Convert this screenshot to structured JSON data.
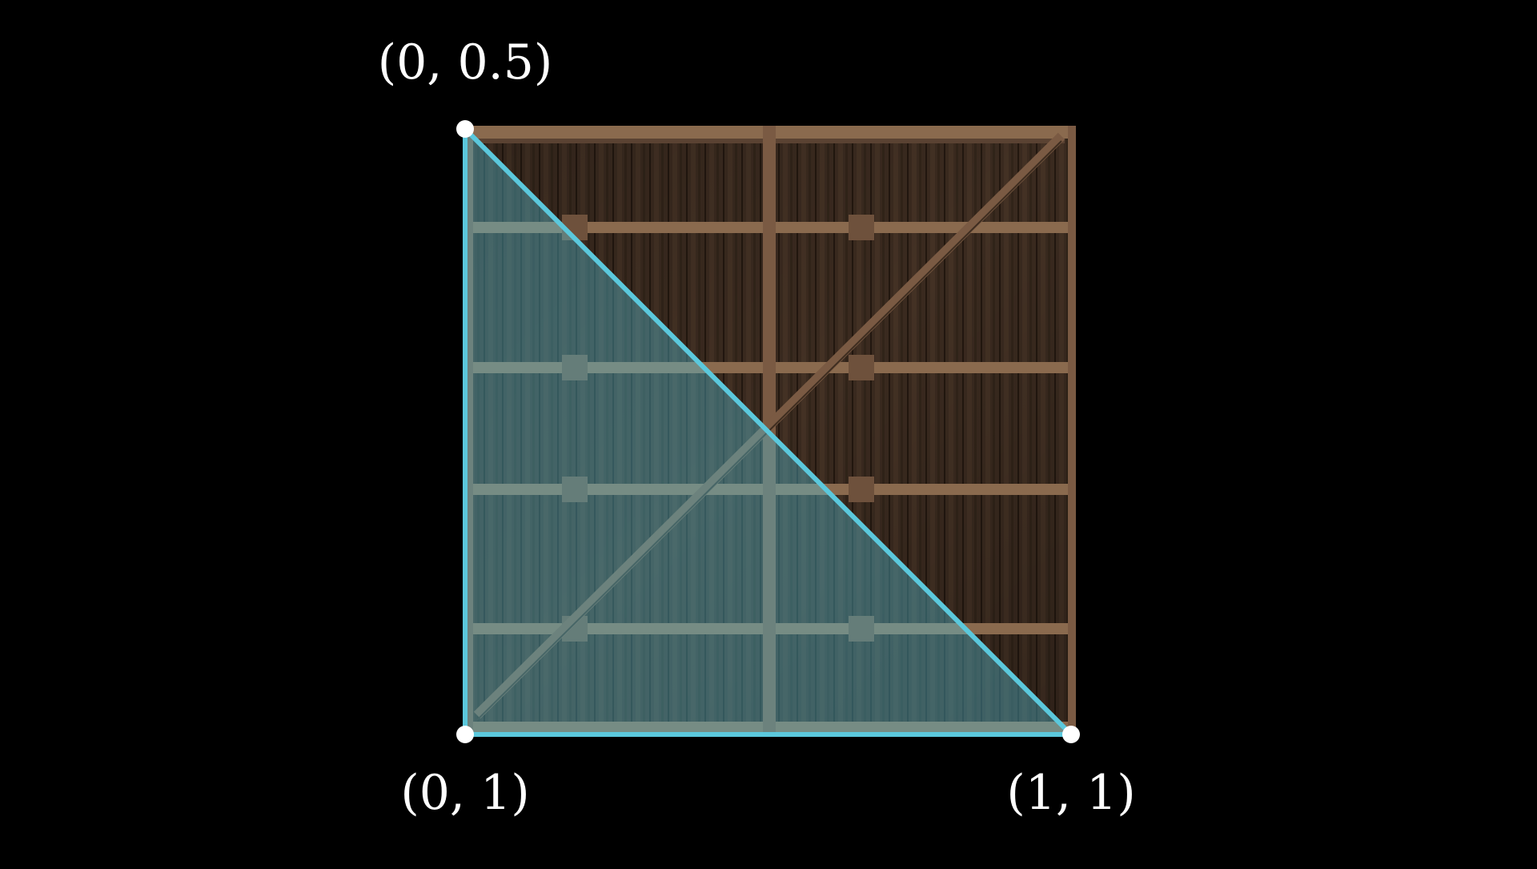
{
  "texture": {
    "description_icon": "wooden-crate-panel-texture",
    "colors": {
      "wood_dark": "#3a2a1f",
      "wood_mid": "#5a4232",
      "wood_light": "#7a5a43",
      "beam": "#8a6a4e",
      "beam_edge": "#4a3526"
    }
  },
  "triangle": {
    "stroke_color": "#5bc8dc",
    "fill_color": "#58c4dc",
    "fill_opacity": 0.38,
    "vertices_uv": [
      [
        0,
        0.5
      ],
      [
        0,
        1
      ],
      [
        1,
        1
      ]
    ]
  },
  "labels": {
    "top_left": "(0, 0.5)",
    "bottom_left": "(0, 1)",
    "bottom_right": "(1, 1)"
  },
  "point_color": "#ffffff"
}
